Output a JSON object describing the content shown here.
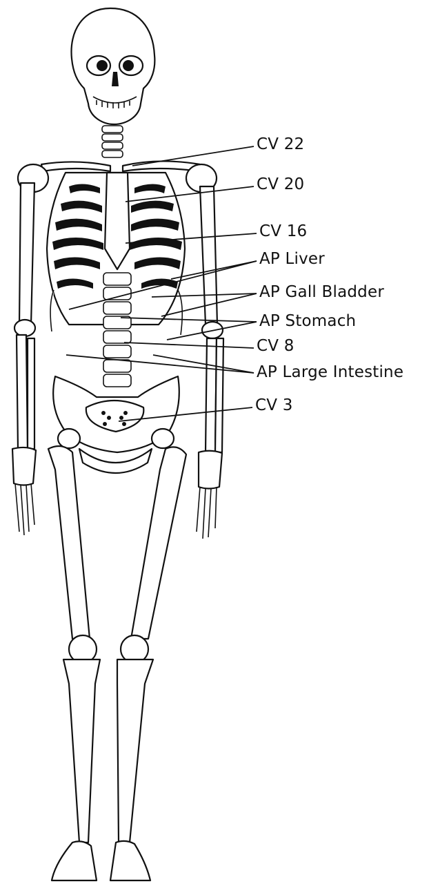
{
  "labels": {
    "cv22": "CV 22",
    "cv20": "CV 20",
    "cv16": "CV 16",
    "ap_liver": "AP Liver",
    "ap_gall_bladder": "AP Gall Bladder",
    "ap_stomach": "AP Stomach",
    "cv8": "CV 8",
    "ap_large_intestine": "AP Large Intestine",
    "cv3": "CV 3"
  },
  "colors": {
    "ink": "#111111",
    "background": "#ffffff"
  }
}
